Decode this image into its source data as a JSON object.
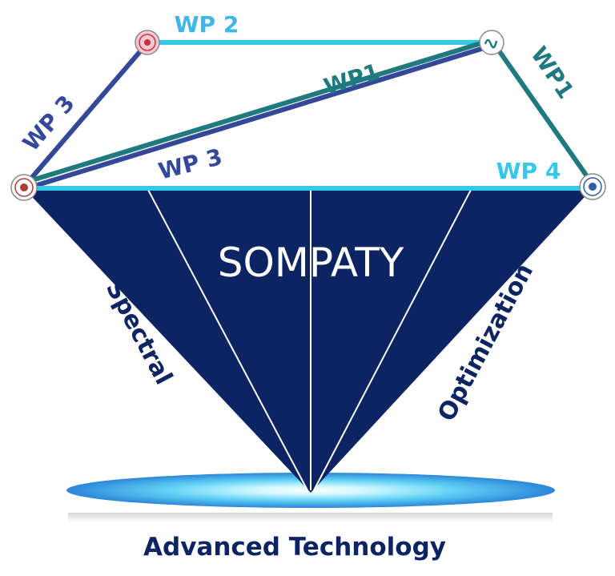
{
  "diagram": {
    "title": "SOMPATY",
    "left_facet": "Spectral",
    "right_facet": "Optimization",
    "base_label": "Advanced Technology",
    "links": {
      "top": "WP 2",
      "left_side": "WP 3",
      "diagonal_upper": "WP1",
      "diagonal_lower": "WP 3",
      "right_side": "WP1",
      "bottom": "WP 4"
    },
    "nodes": {
      "top_left": "partner-seal-pink",
      "top_right": "partner-logo-swirl",
      "left": "partner-seal-red",
      "right": "partner-seal-blue"
    },
    "colors": {
      "navy": "#0c2461",
      "cyan": "#35c8e8",
      "teal": "#1f7a80",
      "indigo": "#34489a",
      "light_blue": "#3fb6e6"
    }
  }
}
